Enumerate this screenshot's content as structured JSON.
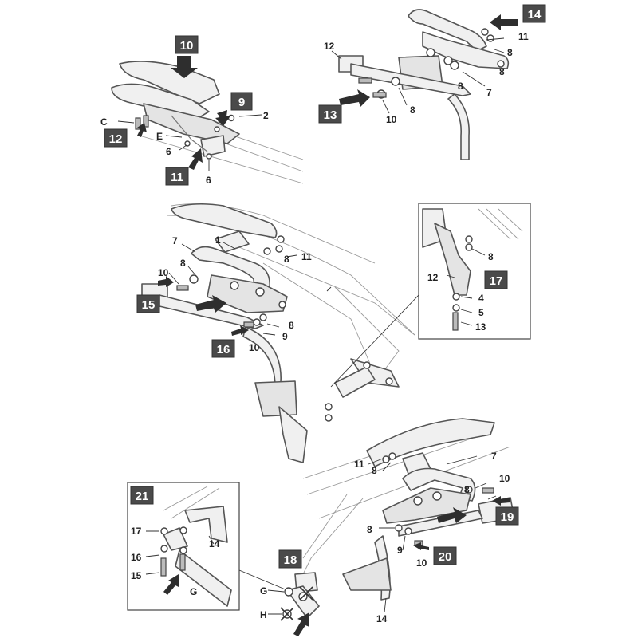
{
  "steps": [
    "9",
    "10",
    "11",
    "12",
    "13",
    "14",
    "15",
    "16",
    "17",
    "18",
    "19",
    "20",
    "21"
  ],
  "part_numbers": {
    "p1": "1",
    "p2": "2",
    "p4": "4",
    "p5": "5",
    "p6": "6",
    "p7": "7",
    "p8": "8",
    "p9": "9",
    "p10": "10",
    "p11": "11",
    "p12": "12",
    "p13": "13",
    "p14": "14",
    "p15": "15",
    "p16": "16",
    "p17": "17"
  },
  "letters": {
    "C": "C",
    "E": "E",
    "G": "G",
    "H": "H"
  }
}
